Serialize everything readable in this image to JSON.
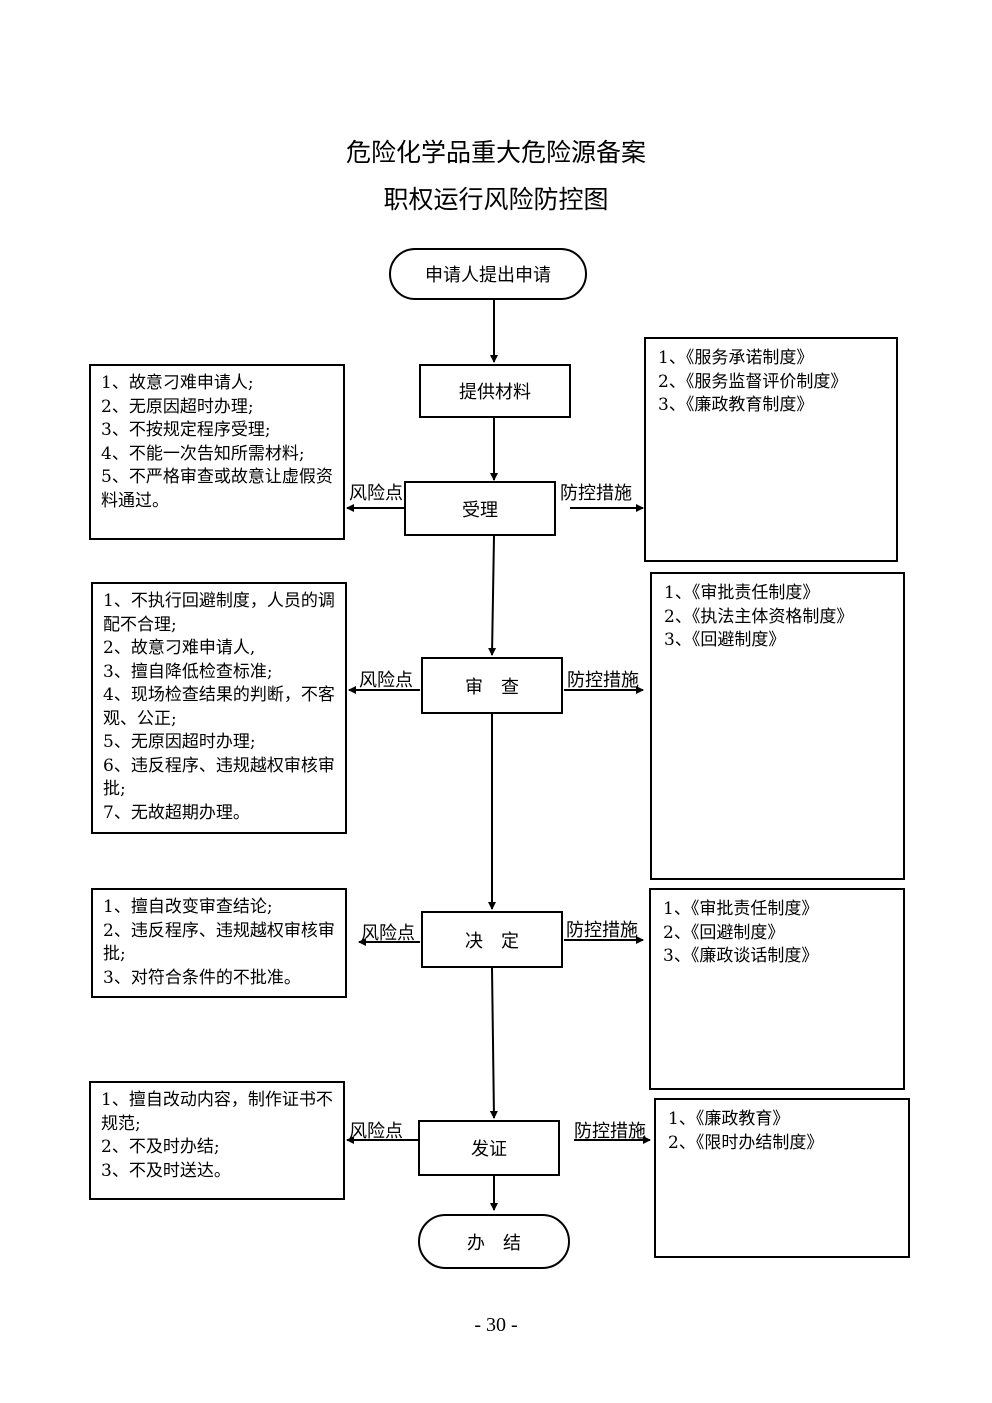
{
  "title": {
    "line1": "危险化学品重大危险源备案",
    "line2": "职权运行风险防控图"
  },
  "flow": {
    "start": "申请人提出申请",
    "materials": "提供材料",
    "accept": "受理",
    "review": "审　查",
    "decide": "决　定",
    "certify": "发证",
    "end": "办　结"
  },
  "labels": {
    "risk_point": "风险点",
    "control_measures": "防控措施"
  },
  "risks": {
    "accept": [
      "1、故意刁难申请人;",
      "2、无原因超时办理;",
      "3、不按规定程序受理;",
      "4、不能一次告知所需材料;",
      "5、不严格审查或故意让虚假资料通过。"
    ],
    "review": [
      "1、不执行回避制度，人员的调配不合理;",
      "2、故意刁难申请人,",
      "3、擅自降低检查标准;",
      "4、现场检查结果的判断，不客观、公正;",
      "5、无原因超时办理;",
      "6、违反程序、违规越权审核审批;",
      "7、无故超期办理。"
    ],
    "decide": [
      "1、擅自改变审查结论;",
      "2、违反程序、违规越权审核审批;",
      "3、对符合条件的不批准。"
    ],
    "certify": [
      "1、擅自改动内容，制作证书不规范;",
      "2、不及时办结;",
      "3、不及时送达。"
    ]
  },
  "controls": {
    "accept": [
      "1、《服务承诺制度》",
      "2、《服务监督评价制度》",
      "3、《廉政教育制度》"
    ],
    "review": [
      "1、《审批责任制度》",
      "2、《执法主体资格制度》",
      "3、《回避制度》"
    ],
    "decide": [
      "1、《审批责任制度》",
      "2、《回避制度》",
      "3、《廉政谈话制度》"
    ],
    "certify": [
      "1、《廉政教育》",
      "2、《限时办结制度》"
    ]
  },
  "page_number": "- 30 -"
}
